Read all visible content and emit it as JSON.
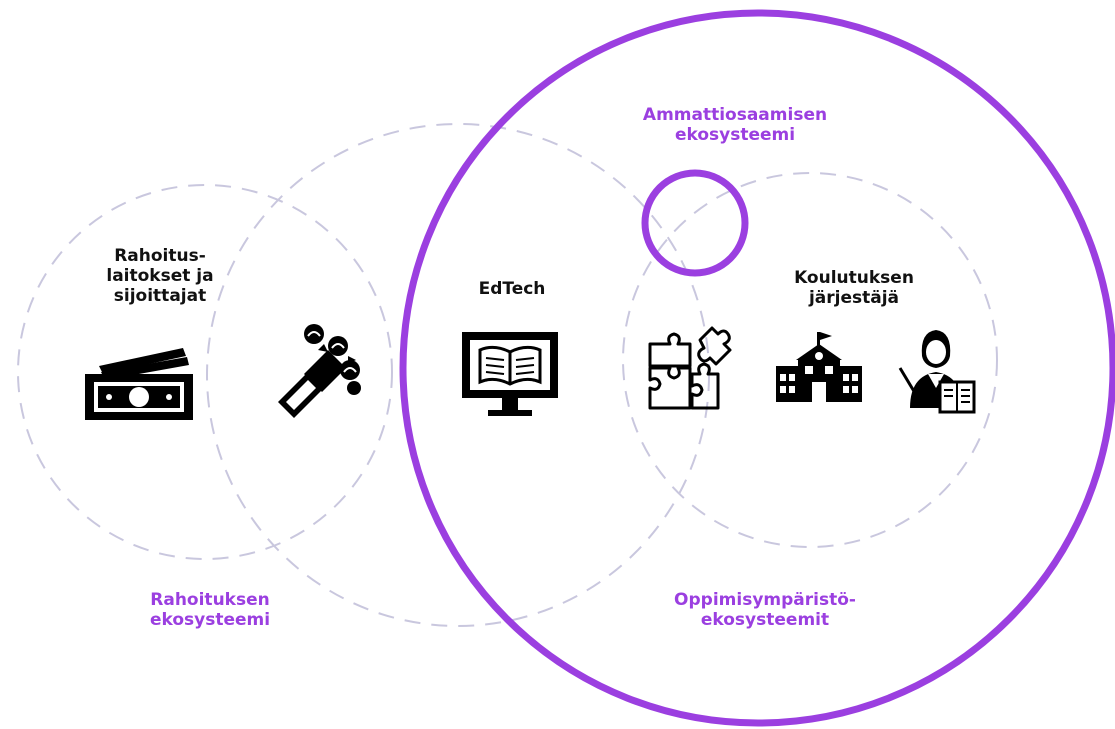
{
  "colors": {
    "accent": "#9b3fe0",
    "dashed": "#c9c7de",
    "text": "#111111",
    "background": "#ffffff"
  },
  "labels": {
    "funders": [
      "Rahoitus-",
      "laitokset ja",
      "sijoittajat"
    ],
    "edtech": "EdTech",
    "provider": [
      "Koulutuksen",
      "järjestäjä"
    ],
    "professional_ecosystem": [
      "Ammattiosaamisen",
      "ekosysteemi"
    ],
    "funding_ecosystem": [
      "Rahoituksen",
      "ekosysteemi"
    ],
    "learning_environment_ecosystems": [
      "Oppimisympäristö-",
      "ekosysteemit"
    ]
  },
  "icons": [
    "money-icon",
    "bouquet-icon",
    "computer-book-icon",
    "puzzle-icon",
    "school-building-icon",
    "teacher-icon"
  ]
}
